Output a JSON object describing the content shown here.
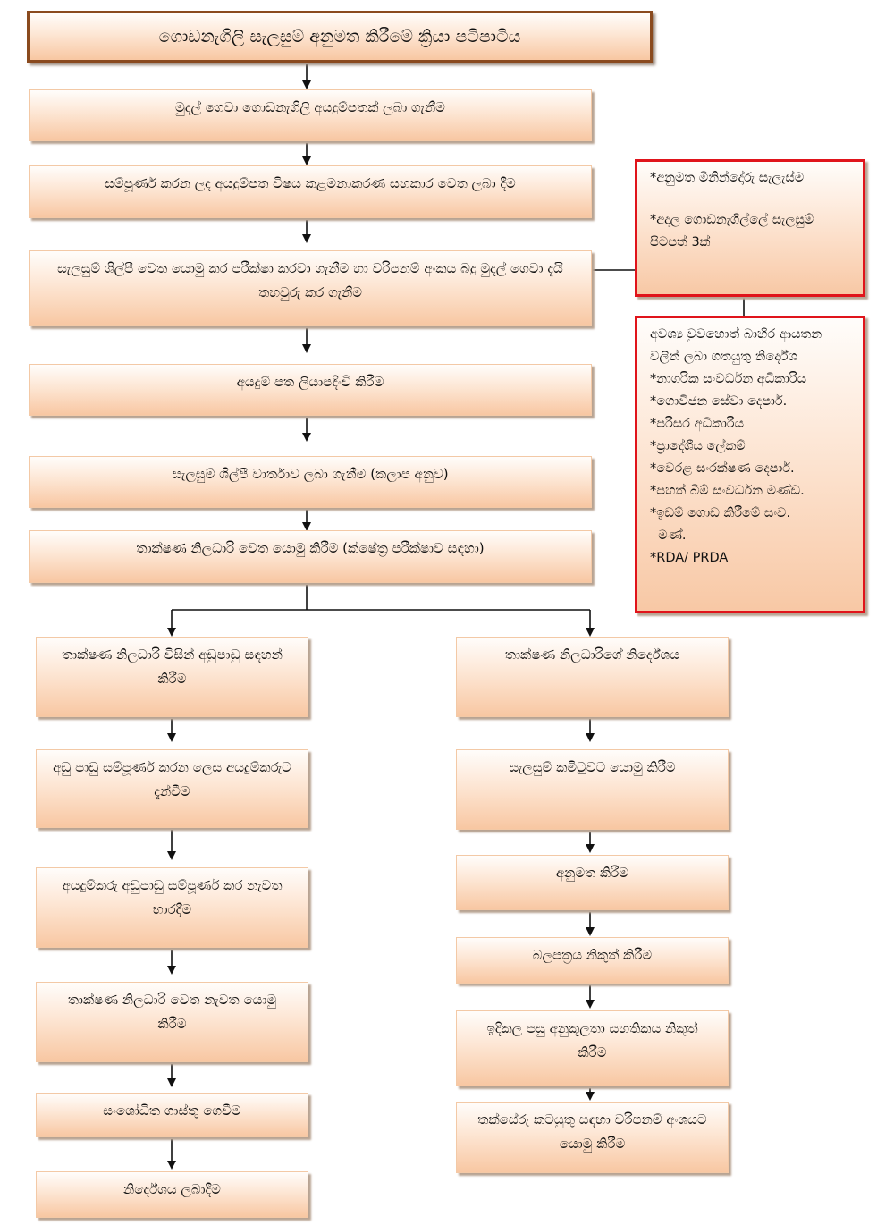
{
  "title": "ගොඩනැගිලි සැලසුම් අනුමත කිරීමේ ක්‍රියා පටිපාටිය",
  "main_steps": [
    "මුදල් ගෙවා  ගොඩනැගිලි අයදුම්පතක් ලබා ගැනීම",
    "සම්පූර්ණ කරන ලද අයදුම්පත විෂය කළමනාකරණ සහකාර වෙත ලබා දීම",
    "සැලසුම් ශිල්පී වෙත යොමු කර පරීක්ෂා කරවා ගැනීම හා වරිපනම් අංකය බදු මුදල් ගෙවා දැයි තහවුරු කර ගැනීම",
    "අයදුම් පත ලියාපදිංචි කිරීම",
    "සැලසුම් ශිල්පී වාර්තාව ලබා ගැනීම (කලාප අනුව)",
    "තාක්ෂණ නිලධාරි වෙත යොමු කිරීම (ක්ෂේත්‍ර පරීක්ෂාව සඳහා)"
  ],
  "left_branch": [
    "තාක්ෂණ නිලධාරි විසින් අඩුපාඩු සඳහන් කිරීම",
    "අඩු පාඩු සම්පූර්ණ කරන ලෙස අයදුම්කරුට දැන්වීම",
    "අයදුම්කරු අඩුපාඩු සම්පූර්ණ කර නැවත භාරදීම",
    "තාක්ෂණ නිලධාරි වෙත නැවත යොමු කිරීම",
    "සංශෝධිත ගාස්තු ගෙවීම",
    "නිර්දේශය ලබාදීම"
  ],
  "right_branch": [
    "තාක්ෂණ නිලධාරිගේ නිර්දේශය",
    "සැලසුම් කමිටුවට යොමු කිරීම",
    "අනුමත කිරීම",
    "බලපත්‍රය නිකුත් කිරීම",
    "ඉදිකල පසු අනුකූලතා සහතිකය නිකුත් කිරීම",
    "තක්සේරු කටයුතු සඳහා වරිපනම් අංශයට යොමු කිරීම"
  ],
  "side_note_requirements": [
    "*අනුමත මිනින්දෝරු සැලැස්ම",
    "*අදාල ගොඩනැගිල්ලේ සැලසුම් පිටපත් 3ක්"
  ],
  "side_note_external": {
    "heading": "අවශ්‍ය වුවහොත් බාහිර ආයතන වලින් ලබා ගතයුතු නිර්දේශ",
    "items": [
      "*නාගරික සංවර්ධන අධිකාරිය",
      "*ගොවිජන සේවා දෙපාර්.",
      "*පරිසර අධිකාරිය",
      "*ප්‍රාදේශීය ලේකම්",
      "*වෙරළ සංරක්ෂණ දෙපාර්.",
      "*පහත් බිම් සංවර්ධන මණ්ඩ.",
      "*ඉඩම් ගොඩ කිරීමේ සංව.\n  මණ්.",
      "*RDA/ PRDA"
    ]
  },
  "colors": {
    "title_border": "#8a4a1e",
    "note_border": "#e0141b",
    "box_fill_bottom": "#f8c7a2"
  }
}
